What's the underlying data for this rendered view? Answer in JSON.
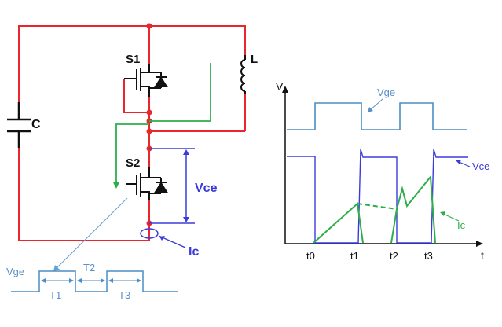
{
  "circuit": {
    "capacitor_label": "C",
    "inductor_label": "L",
    "upper_switch_label": "S1",
    "lower_switch_label": "S2",
    "vce_label": "Vce",
    "ic_label": "Ic"
  },
  "gate_pulse": {
    "signal_label": "Vge",
    "interval_labels": [
      "T1",
      "T2",
      "T3"
    ]
  },
  "waveforms": {
    "y_axis_label": "V",
    "x_axis_label": "t",
    "vge_label": "Vge",
    "vce_label": "Vce",
    "ic_label": "Ic",
    "time_ticks": [
      "t0",
      "t1",
      "t2",
      "t3"
    ]
  },
  "colors": {
    "power_path": "#e8262c",
    "gate_drive": "#2eae4a",
    "measurement": "#3b3bdc",
    "vge_trace": "#4a8ec4",
    "callout_line": "#6a9fd0",
    "component": "#111111"
  }
}
